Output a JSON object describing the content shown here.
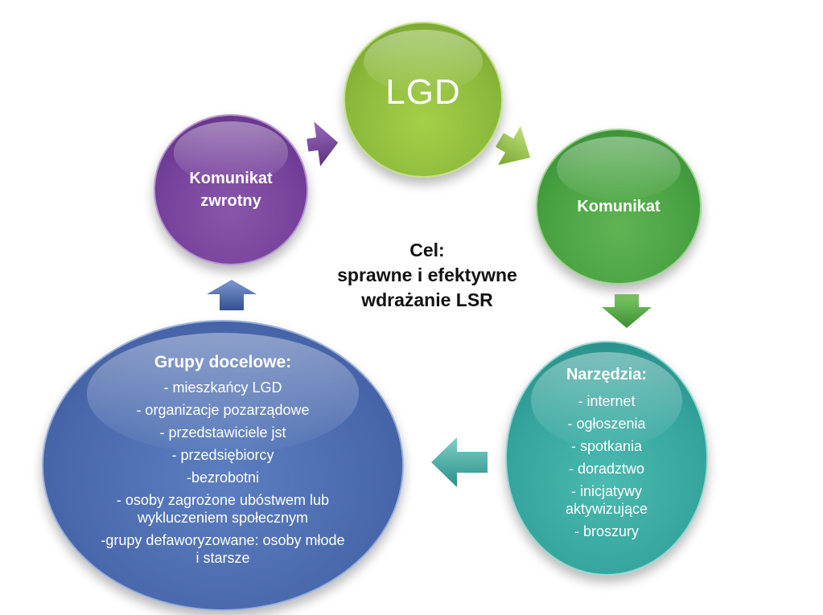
{
  "nodes": {
    "lgd": {
      "label": "LGD"
    },
    "komunikat": {
      "label": "Komunikat"
    },
    "komunikat_zwrotny": {
      "label_lines": [
        "Komunikat",
        "zwrotny"
      ]
    },
    "narzedzia": {
      "heading": "Narzędzia:",
      "items": [
        "- internet",
        "- ogłoszenia",
        "- spotkania",
        "- doradztwo",
        "- inicjatywy aktywizujące",
        "- broszury"
      ]
    },
    "grupy_docelowe": {
      "heading": "Grupy docelowe:",
      "items": [
        "- mieszkańcy LGD",
        "- organizacje pozarządowe",
        "- przedstawiciele jst",
        "- przedsiębiorcy",
        "-bezrobotni",
        "- osoby zagrożone ubóstwem lub wykluczeniem społecznym",
        "-grupy defaworyzowane: osoby młode i starsze"
      ]
    }
  },
  "goal": {
    "lines": [
      "Cel:",
      "sprawne i efektywne",
      "wdrażanie LSR"
    ]
  },
  "colors": {
    "lgd": "#8ab83a",
    "komunikat": "#47a040",
    "komunikat_zwrotny": "#74409a",
    "narzedzia": "#33a39c",
    "grupy_docelowe": "#4a69ad",
    "text_light": "#ffffff",
    "text_dark": "#111111"
  }
}
